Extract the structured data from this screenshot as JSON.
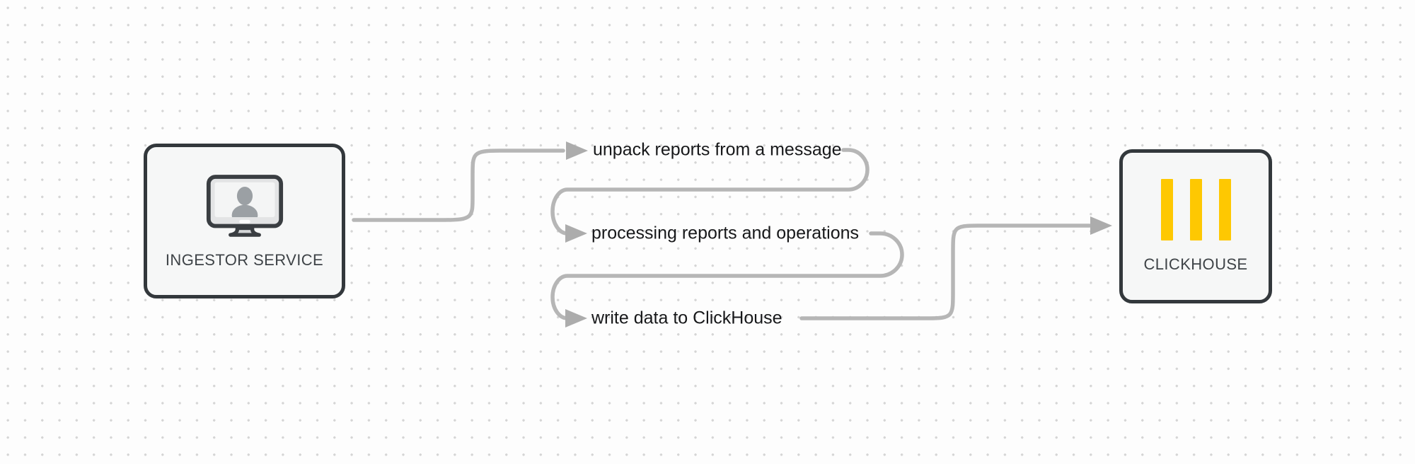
{
  "diagram": {
    "source_node": {
      "label": "INGESTOR SERVICE",
      "icon": "monitor-user-icon"
    },
    "target_node": {
      "label": "CLICKHOUSE",
      "icon": "clickhouse-logo-icon"
    },
    "steps": [
      {
        "label": "unpack reports from a message"
      },
      {
        "label": "processing reports and operations"
      },
      {
        "label": "write data to ClickHouse"
      }
    ],
    "colors": {
      "node_border": "#33383c",
      "node_fill": "#f6f7f7",
      "connector_line": "#b6b6b6",
      "arrowhead": "#acacac",
      "clickhouse_yellow": "#fec802",
      "step_label_text": "#17181a",
      "node_label_text": "#3e4347",
      "background_dot": "#d5d5d5"
    }
  }
}
